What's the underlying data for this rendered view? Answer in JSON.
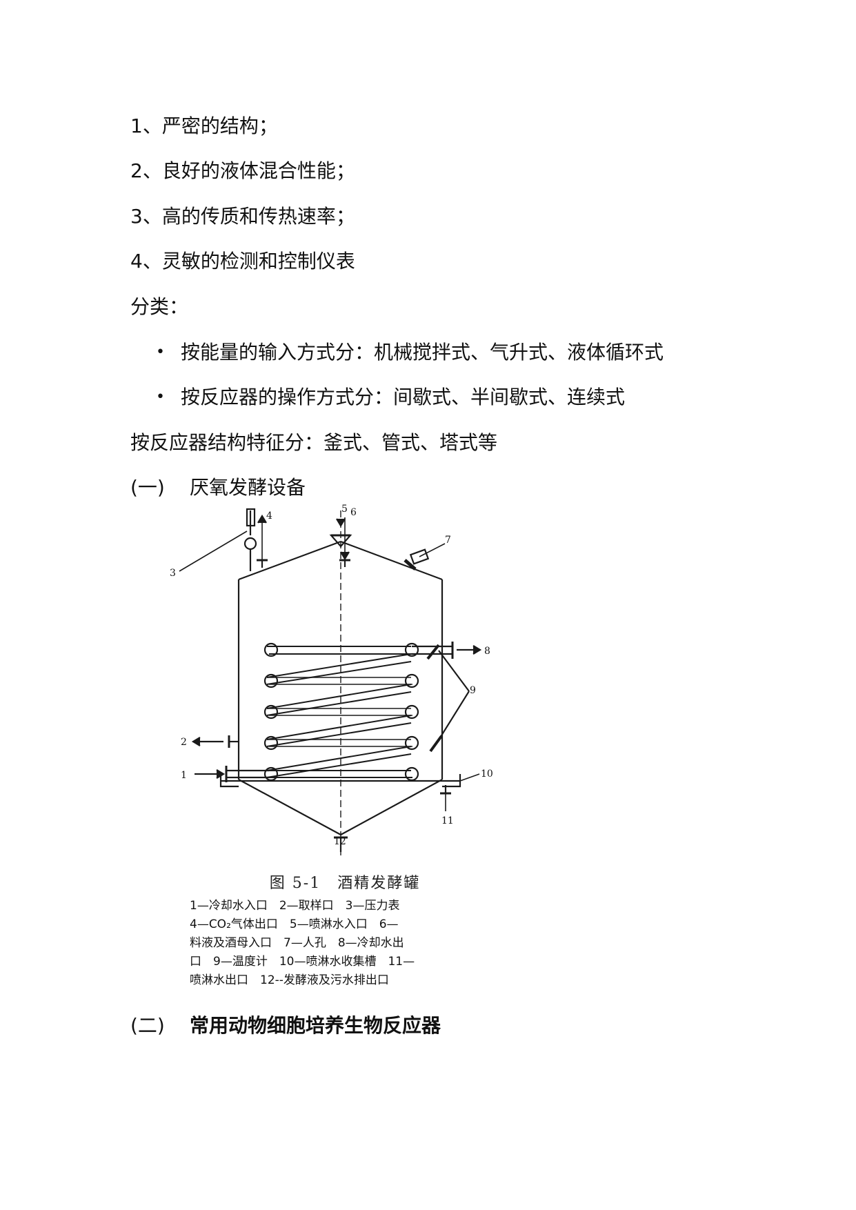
{
  "list_items": [
    "1、严密的结构；",
    "2、良好的液体混合性能；",
    "3、高的传质和传热速率；",
    "4、灵敏的检测和控制仪表"
  ],
  "classification_label": "分类：",
  "bullets": [
    "按能量的输入方式分：机械搅拌式、气升式、液体循环式",
    "按反应器的操作方式分：间歇式、半间歇式、连续式"
  ],
  "structure_line": "按反应器结构特征分：釜式、管式、塔式等",
  "section1": {
    "num": "(一)",
    "title": "厌氧发酵设备"
  },
  "figure": {
    "labels": [
      "1",
      "2",
      "3",
      "4",
      "5",
      "6",
      "7",
      "8",
      "9",
      "10",
      "11",
      "12"
    ],
    "caption_title": "图 5-1　酒精发酵罐",
    "legend_lines": [
      "1—冷却水入口　2—取样口　3—压力表",
      "4—CO₂气体出口　5—喷淋水入口　6—",
      "料液及酒母入口　7—人孔　8—冷却水出",
      "口　9—温度计　10—喷淋水收集槽　11—",
      "喷淋水出口　12--发酵液及污水排出口"
    ]
  },
  "section2": {
    "num": "(二)",
    "title": "常用动物细胞培养生物反应器"
  }
}
